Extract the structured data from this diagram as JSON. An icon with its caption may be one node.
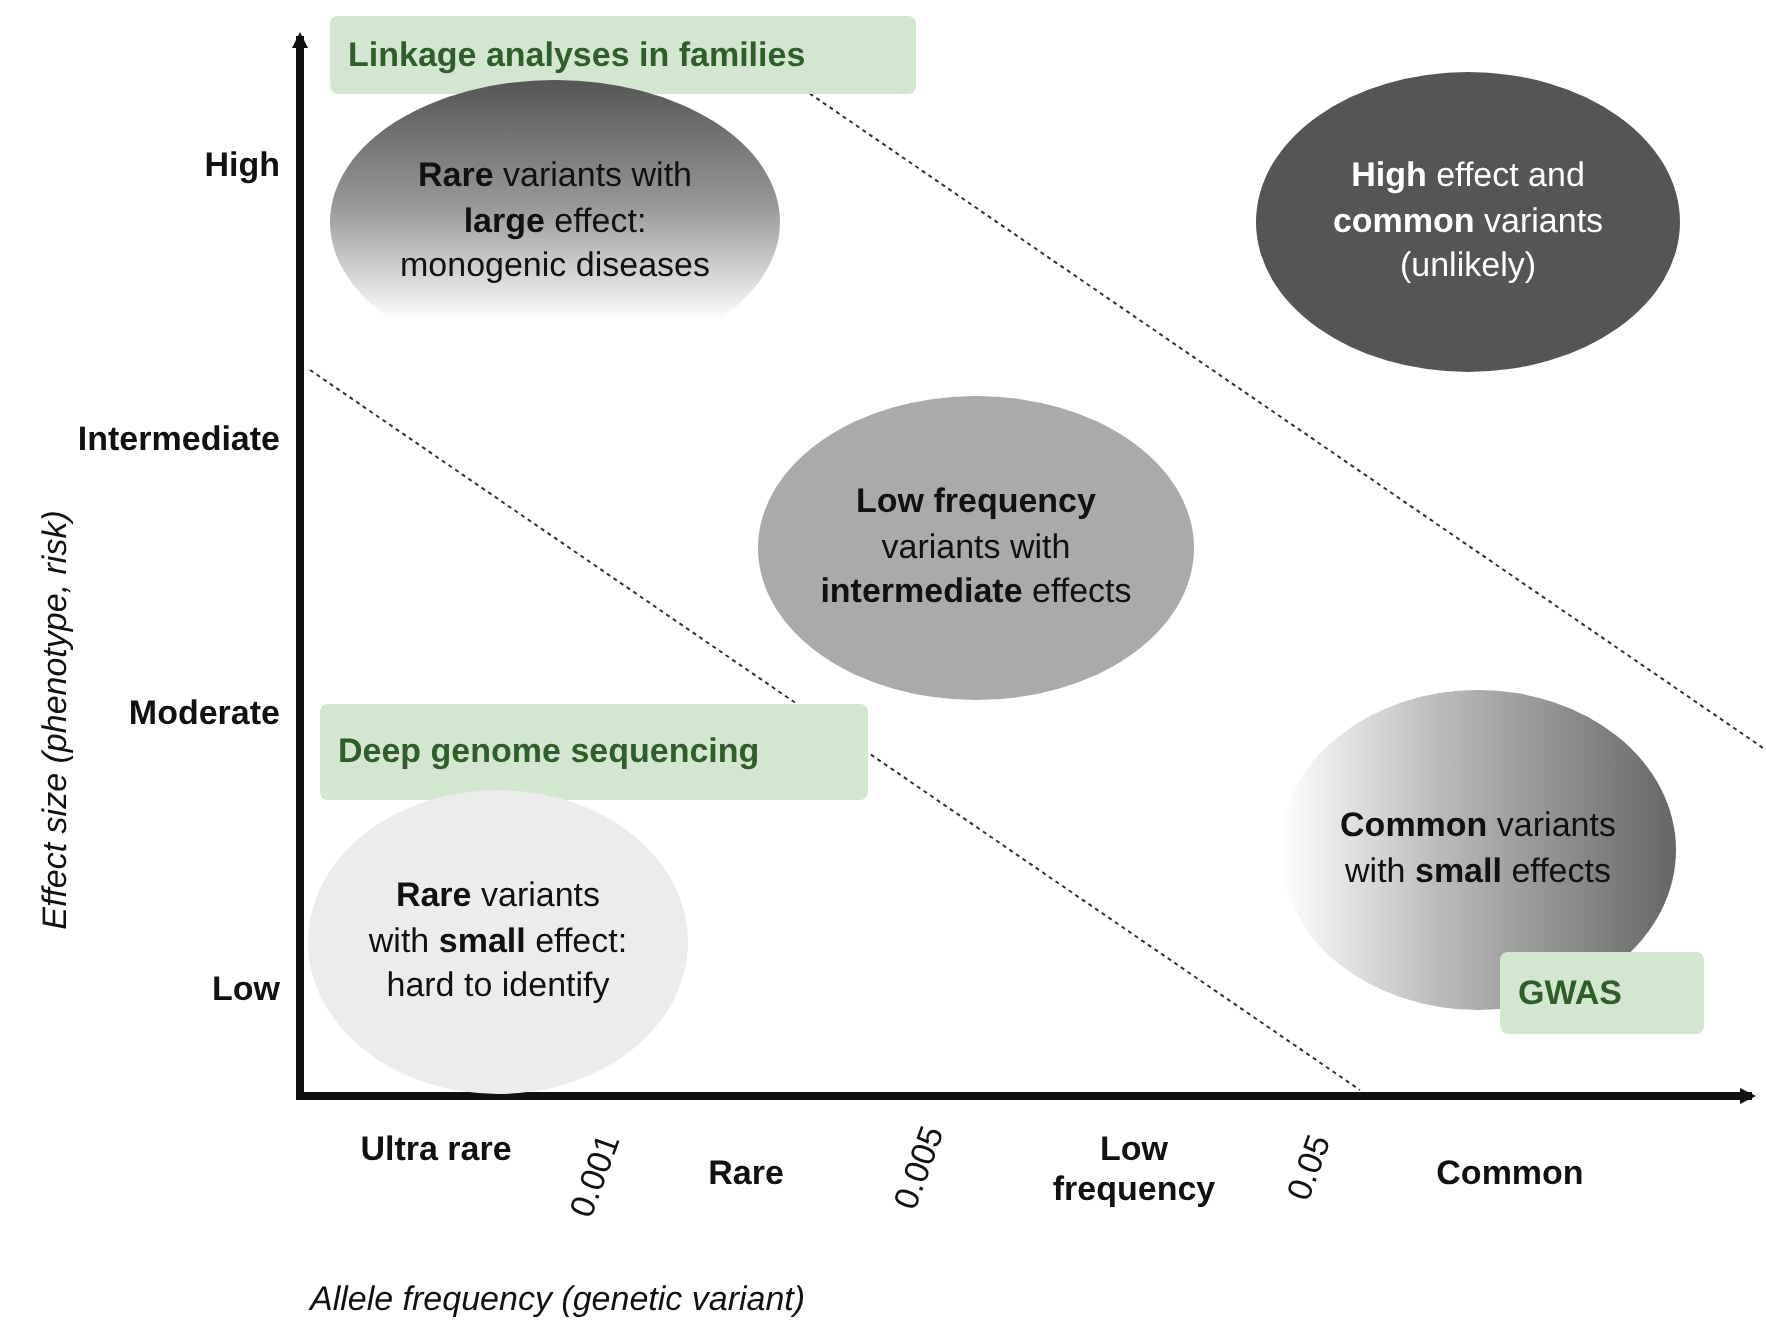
{
  "diagram": {
    "nodes": [
      {
        "text": [
          "Linkage analyses in families"
        ]
      },
      {
        "text": [
          "**Rare** variants with **large** effect: monogenic diseases"
        ]
      },
      {
        "text": [
          "**High** effect and **common** variants (unlikely)"
        ]
      },
      {
        "text": [
          "**Low frequency** variants with **intermediate** effects"
        ]
      },
      {
        "text": [
          "Deep genome sequencing"
        ]
      },
      {
        "text": [
          "**Rare** variants with **small** effect: hard to identify"
        ]
      },
      {
        "text": [
          "**Common** variants with **small** effects"
        ]
      },
      {
        "text": [
          "GWAS"
        ]
      }
    ],
    "labels": [
      "High",
      "Intermediate",
      "Moderate",
      "Low",
      "Effect size (phenotype, risk)",
      "Ultra rare",
      "0.001",
      "Rare",
      "0.005",
      "Low frequency",
      "0.05",
      "Common",
      "Allele frequency (genetic variant)"
    ]
  }
}
